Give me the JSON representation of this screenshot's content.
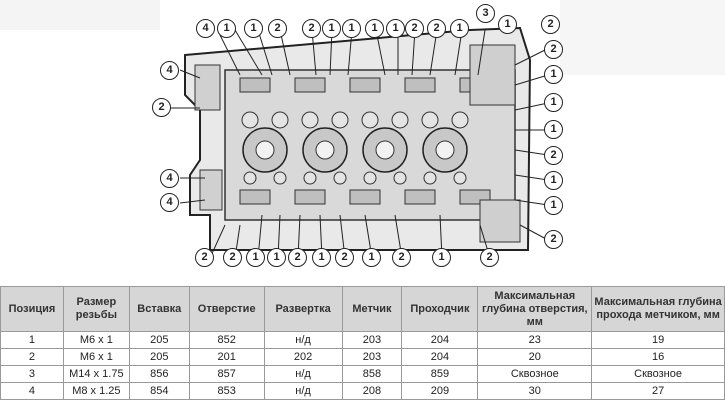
{
  "figure": {
    "callouts": [
      "1",
      "2",
      "3",
      "4"
    ]
  },
  "table": {
    "headers": [
      "Позиция",
      "Размер резьбы",
      "Вставка",
      "Отверстие",
      "Развертка",
      "Метчик",
      "Проходчик",
      "Максимальная глубина отверстия, мм",
      "Максимальная глубина прохода метчиком, мм"
    ],
    "rows": [
      [
        "1",
        "M6 x 1",
        "205",
        "852",
        "н/д",
        "203",
        "204",
        "23",
        "19"
      ],
      [
        "2",
        "M6 x 1",
        "205",
        "201",
        "202",
        "203",
        "204",
        "20",
        "16"
      ],
      [
        "3",
        "M14 x 1.75",
        "856",
        "857",
        "н/д",
        "858",
        "859",
        "Сквозное",
        "Сквозное"
      ],
      [
        "4",
        "M8 x 1.25",
        "854",
        "853",
        "н/д",
        "208",
        "209",
        "30",
        "27"
      ]
    ]
  }
}
